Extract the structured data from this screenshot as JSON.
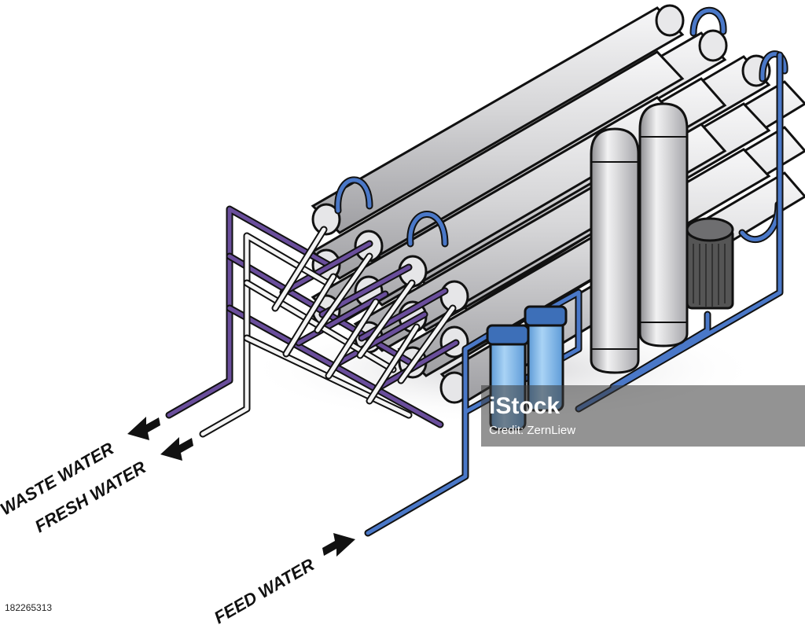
{
  "labels": {
    "waste": "WASTE WATER",
    "fresh": "FRESH WATER",
    "feed": "FEED WATER"
  },
  "watermark": {
    "brand": "iStock",
    "credit": "Credit: ZernLiew"
  },
  "stock_id": "182265313",
  "colors": {
    "feed_pipe": "#4a78c8",
    "waste_pipe": "#6a4e9c",
    "fresh_pipe": "#f4f4f4",
    "membrane": "#d9d9db",
    "filter_blue": "#7fb7ea",
    "motor": "#555555"
  }
}
